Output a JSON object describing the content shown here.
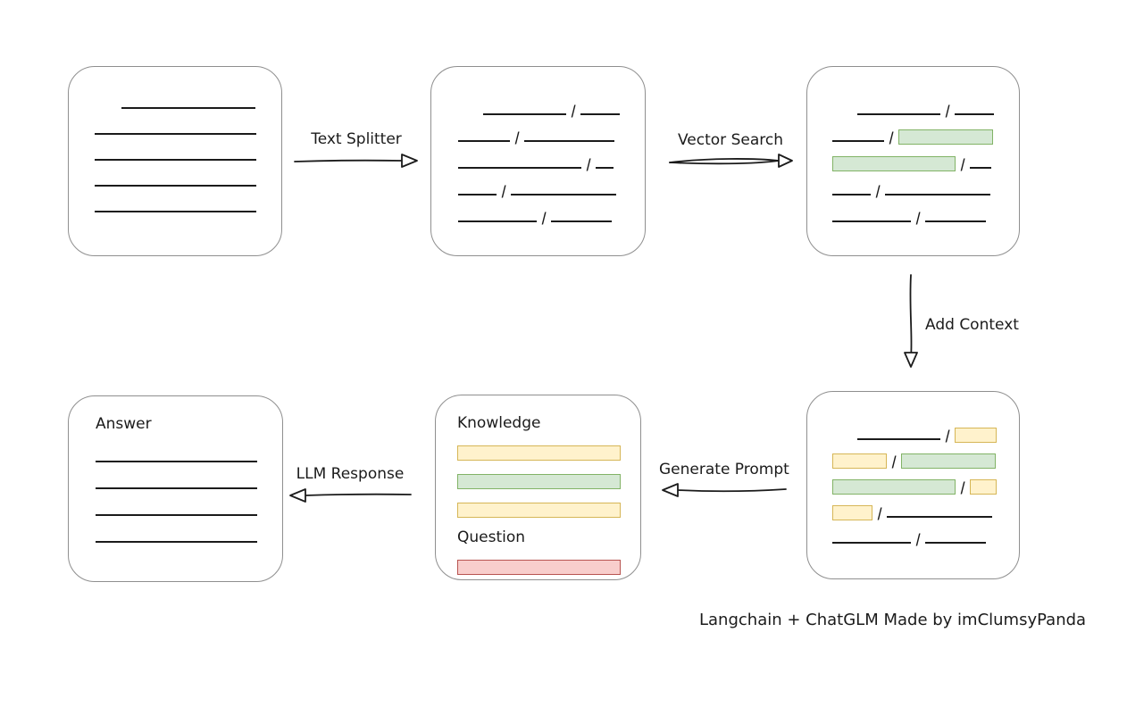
{
  "caption": "Langchain + ChatGLM Made by imClumsyPanda",
  "colors": {
    "ink": "#1b1b1b",
    "box_stroke": "#8f8f8f",
    "green_fill": "#d5e8d4",
    "green_stroke": "#82b366",
    "yellow_fill": "#fff2cc",
    "yellow_stroke": "#d6b656",
    "red_fill": "#f8cecc",
    "red_stroke": "#b85450"
  },
  "arrows": {
    "text_splitter": {
      "label": "Text Splitter",
      "direction": "right"
    },
    "vector_search": {
      "label": "Vector Search",
      "direction": "right"
    },
    "add_context": {
      "label": "Add Context",
      "direction": "down"
    },
    "generate_prompt": {
      "label": "Generate Prompt",
      "direction": "left"
    },
    "llm_response": {
      "label": "LLM Response",
      "direction": "left"
    }
  },
  "boxes": {
    "document": {
      "rows": [
        {
          "indent": 30,
          "segs": [
            {
              "k": "line",
              "w": 150
            }
          ]
        },
        {
          "indent": 0,
          "segs": [
            {
              "k": "line",
              "w": 181
            }
          ]
        },
        {
          "indent": 0,
          "segs": [
            {
              "k": "line",
              "w": 181
            }
          ]
        },
        {
          "indent": 0,
          "segs": [
            {
              "k": "line",
              "w": 181
            }
          ]
        },
        {
          "indent": 0,
          "segs": [
            {
              "k": "line",
              "w": 181
            }
          ]
        }
      ]
    },
    "chunks": {
      "rows": [
        {
          "indent": 28,
          "segs": [
            {
              "k": "line",
              "w": 93
            },
            {
              "k": "slash"
            },
            {
              "k": "line",
              "w": 44
            }
          ]
        },
        {
          "indent": 0,
          "segs": [
            {
              "k": "line",
              "w": 58
            },
            {
              "k": "slash"
            },
            {
              "k": "line",
              "w": 101
            }
          ]
        },
        {
          "indent": 0,
          "segs": [
            {
              "k": "line",
              "w": 138
            },
            {
              "k": "slash"
            },
            {
              "k": "line",
              "w": 20
            }
          ]
        },
        {
          "indent": 0,
          "segs": [
            {
              "k": "line",
              "w": 43
            },
            {
              "k": "slash"
            },
            {
              "k": "line",
              "w": 118
            }
          ]
        },
        {
          "indent": 0,
          "segs": [
            {
              "k": "line",
              "w": 88
            },
            {
              "k": "slash"
            },
            {
              "k": "line",
              "w": 68
            }
          ]
        }
      ]
    },
    "matched": {
      "rows": [
        {
          "indent": 28,
          "segs": [
            {
              "k": "line",
              "w": 93
            },
            {
              "k": "slash"
            },
            {
              "k": "line",
              "w": 44
            }
          ]
        },
        {
          "indent": 0,
          "segs": [
            {
              "k": "line",
              "w": 58
            },
            {
              "k": "slash"
            },
            {
              "k": "green",
              "w": 106
            }
          ]
        },
        {
          "indent": 0,
          "segs": [
            {
              "k": "green",
              "w": 138
            },
            {
              "k": "slash"
            },
            {
              "k": "line",
              "w": 24
            }
          ]
        },
        {
          "indent": 0,
          "segs": [
            {
              "k": "line",
              "w": 43
            },
            {
              "k": "slash"
            },
            {
              "k": "line",
              "w": 118
            }
          ]
        },
        {
          "indent": 0,
          "segs": [
            {
              "k": "line",
              "w": 88
            },
            {
              "k": "slash"
            },
            {
              "k": "line",
              "w": 68
            }
          ]
        }
      ]
    },
    "context": {
      "rows": [
        {
          "indent": 28,
          "segs": [
            {
              "k": "line",
              "w": 93
            },
            {
              "k": "slash"
            },
            {
              "k": "yellow",
              "w": 47
            }
          ]
        },
        {
          "indent": 0,
          "segs": [
            {
              "k": "yellow",
              "w": 61
            },
            {
              "k": "slash"
            },
            {
              "k": "green",
              "w": 106
            }
          ]
        },
        {
          "indent": 0,
          "segs": [
            {
              "k": "green",
              "w": 138
            },
            {
              "k": "slash"
            },
            {
              "k": "yellow",
              "w": 30
            }
          ]
        },
        {
          "indent": 0,
          "segs": [
            {
              "k": "yellow",
              "w": 45
            },
            {
              "k": "slash"
            },
            {
              "k": "line",
              "w": 118
            }
          ]
        },
        {
          "indent": 0,
          "segs": [
            {
              "k": "line",
              "w": 88
            },
            {
              "k": "slash"
            },
            {
              "k": "line",
              "w": 68
            }
          ]
        }
      ]
    },
    "prompt": {
      "knowledge_label": "Knowledge",
      "question_label": "Question",
      "knowledge_rows": [
        {
          "indent": 0,
          "segs": [
            {
              "k": "yellow",
              "w": 183
            }
          ]
        },
        {
          "indent": 0,
          "segs": [
            {
              "k": "green",
              "w": 183
            }
          ]
        },
        {
          "indent": 0,
          "segs": [
            {
              "k": "yellow",
              "w": 183
            }
          ]
        }
      ],
      "question_rows": [
        {
          "indent": 0,
          "segs": [
            {
              "k": "red",
              "w": 183
            }
          ]
        }
      ]
    },
    "answer": {
      "label": "Answer",
      "rows": [
        {
          "indent": 0,
          "segs": [
            {
              "k": "line",
              "w": 181
            }
          ]
        },
        {
          "indent": 0,
          "segs": [
            {
              "k": "line",
              "w": 181
            }
          ]
        },
        {
          "indent": 0,
          "segs": [
            {
              "k": "line",
              "w": 181
            }
          ]
        },
        {
          "indent": 0,
          "segs": [
            {
              "k": "line",
              "w": 181
            }
          ]
        }
      ]
    }
  }
}
